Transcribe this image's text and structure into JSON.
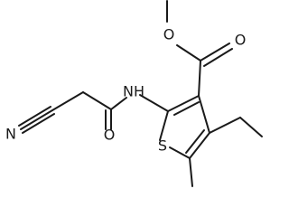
{
  "structure": {
    "atoms": {
      "n_nitrile": "N",
      "nh": "NH",
      "o_amide": "O",
      "s_ring": "S",
      "o_ester_carbonyl": "O",
      "o_ester_ether": "O"
    },
    "colors": {
      "bond": "#1a1a1a",
      "label": "#1a1a1a",
      "background": "#ffffff"
    }
  }
}
